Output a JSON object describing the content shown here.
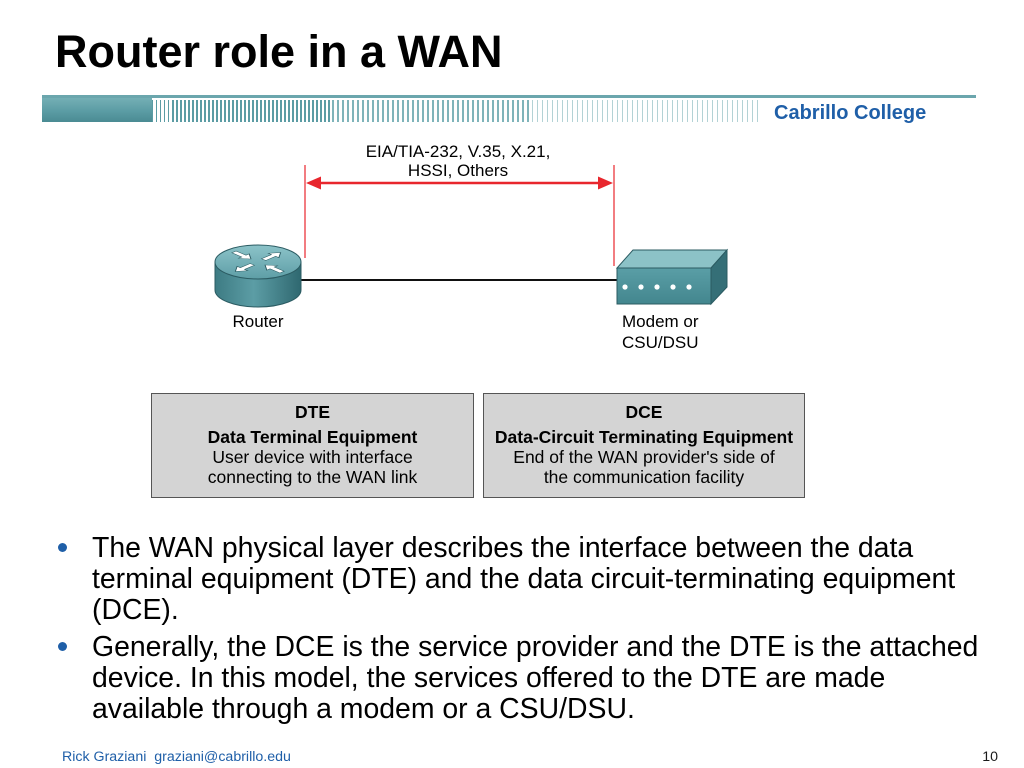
{
  "slide": {
    "title": "Router role in a WAN",
    "institution": "Cabrillo College"
  },
  "diagram": {
    "interface_standards": [
      "EIA/TIA-232, V.35, X.21,",
      "HSSI, Others"
    ],
    "router_label": "Router",
    "modem_label": [
      "Modem or",
      "CSU/DSU"
    ],
    "dte_box": {
      "acronym": "DTE",
      "full_name": "Data Terminal Equipment",
      "description": [
        "User device with interface",
        "connecting to the WAN link"
      ]
    },
    "dce_box": {
      "acronym": "DCE",
      "full_name": "Data-Circuit Terminating Equipment",
      "description": [
        "End of the WAN provider's side of",
        "the communication facility"
      ]
    }
  },
  "bullets": [
    {
      "text": "The WAN physical layer describes the interface between the data terminal equipment (DTE) and the data circuit-terminating equipment (DCE)."
    },
    {
      "text": "Generally, the DCE is the service provider and the DTE is the attached device. In this model, the services offered to the DTE are made available through a modem or a CSU/DSU."
    }
  ],
  "footer": {
    "author": "Rick Graziani",
    "email": "graziani@cabrillo.edu",
    "page_number": "10"
  },
  "icons": {
    "router": "router-icon",
    "modem": "modem-icon",
    "bullet": "bullet-icon",
    "arrow": "double-arrow-icon"
  },
  "colors": {
    "accent_blue": "#1f5fa8",
    "banner_teal": "#5b9ca4",
    "device_teal": "#4f939b",
    "arrow_red": "#e8262d",
    "box_fill": "#d4d4d4",
    "box_border": "#555555"
  }
}
